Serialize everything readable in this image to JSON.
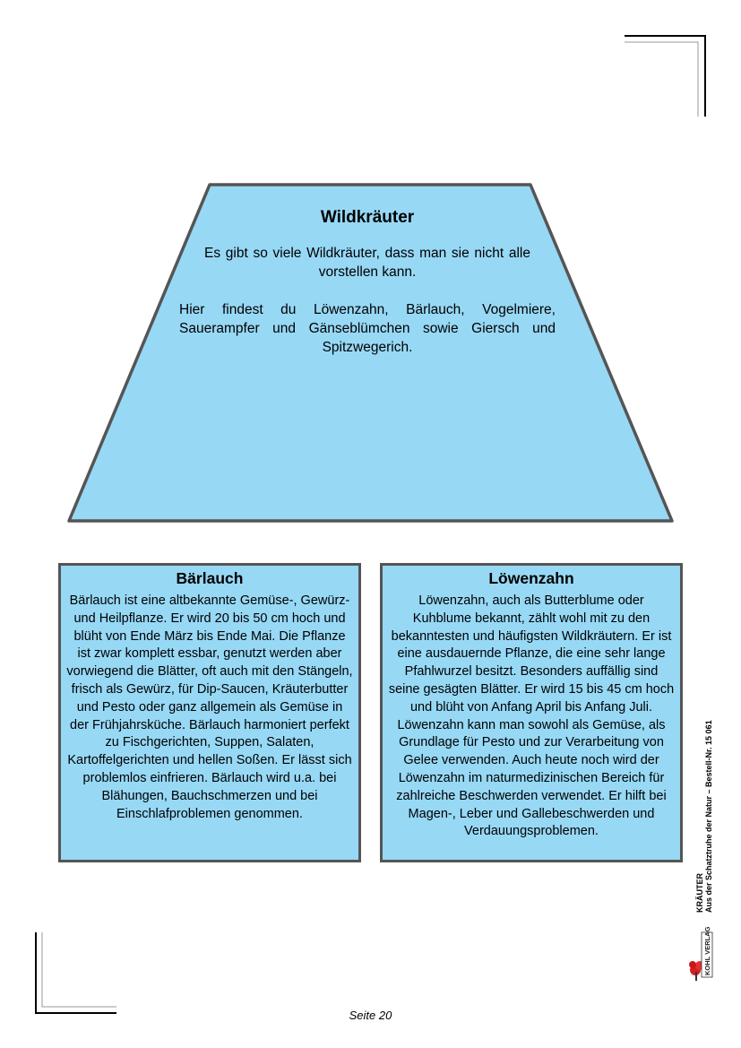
{
  "trapezoid": {
    "title": "Wildkräuter",
    "paragraph1": "Es gibt so viele Wildkräuter, dass man sie nicht alle vorstellen kann.",
    "paragraph2": "Hier findest du Löwenzahn, Bärlauch, Vogelmiere, Sauerampfer und Gänseblümchen sowie Giersch und Spitzwegerich."
  },
  "boxes": {
    "left": {
      "title": "Bärlauch",
      "text": "Bärlauch ist eine altbekannte Gemüse-, Gewürz- und Heilpflanze. Er wird 20 bis 50 cm hoch und blüht von Ende März bis Ende Mai. Die Pflanze ist zwar komplett essbar, genutzt werden aber vorwiegend die Blätter, oft auch mit den Stängeln, frisch als Gewürz, für Dip-Saucen, Kräuterbutter und Pesto oder ganz allgemein als Gemüse in der Frühjahrsküche. Bärlauch harmoniert perfekt zu Fischgerichten, Suppen, Salaten, Kartoffelgerichten und hellen Soßen. Er lässt sich problemlos einfrieren. Bärlauch wird u.a. bei Blähungen, Bauchschmerzen und bei Einschlafproblemen genommen."
    },
    "right": {
      "title": "Löwenzahn",
      "text": "Löwenzahn, auch als Butterblume oder Kuhblume bekannt, zählt wohl mit zu den bekanntesten und häufigsten Wildkräutern. Er ist eine ausdauernde Pflanze, die eine sehr lange Pfahlwurzel besitzt. Besonders auffällig sind seine gesägten Blätter. Er wird 15 bis 45 cm hoch und blüht von Anfang April bis Anfang Juli. Löwenzahn kann man sowohl als Gemüse, als Grundlage für Pesto und zur Verarbeitung von Gelee verwenden. Auch heute noch wird der Löwenzahn im naturmedizinischen Bereich für zahlreiche Beschwerden verwendet. Er hilft bei Magen-, Leber und Gallebeschwerden und Verdauungsproblemen."
    }
  },
  "sidebar": {
    "line1": "KRÄUTER",
    "line2": "Aus der Schatztruhe der Natur  –  Bestell-Nr. 15 061",
    "logo_text": "KOHL VERLAG"
  },
  "footer": {
    "page_label": "Seite 20"
  },
  "colors": {
    "box_fill": "#97d8f5",
    "border": "#555555"
  }
}
